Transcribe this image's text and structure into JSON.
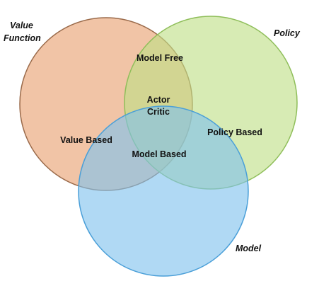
{
  "sets": {
    "value_function": {
      "label_line1": "Value",
      "label_line2": "Function",
      "fill": "#e8a070",
      "stroke": "#9a6a4a"
    },
    "policy": {
      "label": "Policy",
      "fill": "#bede86",
      "stroke": "#8fbe5a"
    },
    "model": {
      "label": "Model",
      "fill": "#7fc2ee",
      "stroke": "#4a9fd8"
    }
  },
  "regions": {
    "model_free": "Model Free",
    "actor": "Actor",
    "critic": "Critic",
    "value_based": "Value Based",
    "policy_based": "Policy Based",
    "model_based": "Model Based"
  }
}
